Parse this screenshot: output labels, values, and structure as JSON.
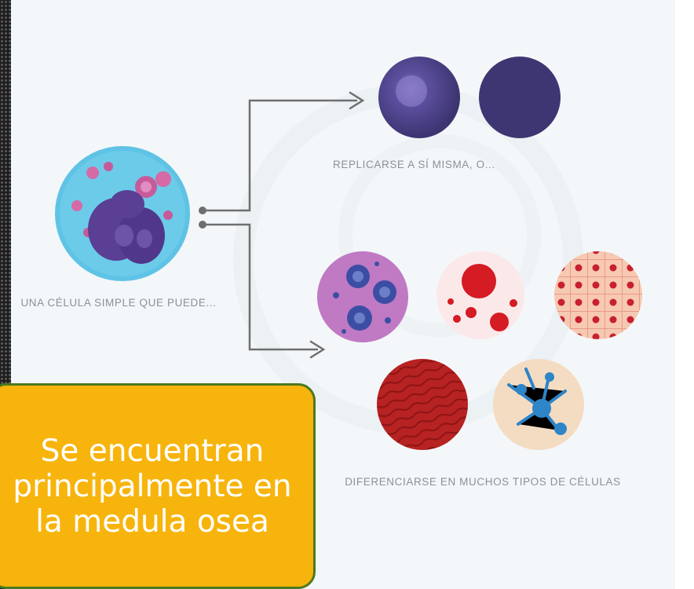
{
  "captions": {
    "replicate": "REPLICARSE A SÍ MISMA, O...",
    "single_cell": "UNA CÉLULA SIMPLE QUE PUEDE...",
    "differentiate": "DIFERENCIARSE EN MUCHOS TIPOS DE CÉLULAS"
  },
  "callout": {
    "text": "Se encuentran principalmente en la medula osea"
  },
  "colors": {
    "background": "#f4f7f9",
    "callout_fill": "#f7b40c",
    "callout_border": "#4a7a1e",
    "stem_cell": "#5fc3e6",
    "nucleus": "#5a3f95",
    "daughter_cell": "#3d3672",
    "connector": "#6f6f6f"
  }
}
